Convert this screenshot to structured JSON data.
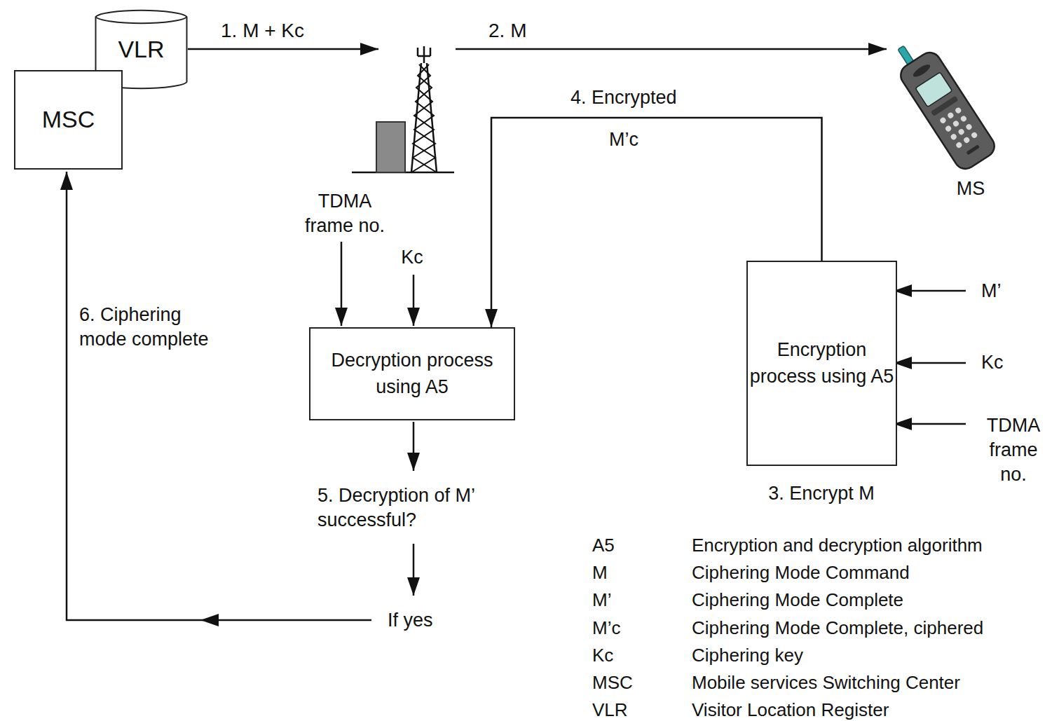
{
  "diagram": {
    "nodes": [
      {
        "text": [
          "VLR"
        ]
      },
      {
        "text": [
          "MSC"
        ]
      },
      {
        "text": [
          "Decryption process using A5"
        ]
      },
      {
        "text": [
          "Encryption process using A5"
        ]
      }
    ],
    "edges": [
      {
        "from": 3,
        "to": 2,
        "arrow": "to",
        "label": "4. Encrypted"
      }
    ],
    "labels": [
      "1. M + Kc",
      "2. M",
      "MS",
      "TDMA frame no.",
      "Kc",
      "M’c",
      "6. Ciphering mode complete",
      "5. Decryption of M’ successful?",
      "If yes",
      "M’",
      "Kc",
      "TDMA frame no.",
      "3. Encrypt M",
      "A5",
      "Encryption and decryption algorithm",
      "M",
      "Ciphering Mode Command",
      "M’",
      "Ciphering Mode Complete",
      "M’c",
      "Ciphering Mode Complete, ciphered",
      "Kc",
      "Ciphering key",
      "MSC",
      "Mobile services Switching Center",
      "VLR",
      "Visitor Location Register"
    ]
  }
}
